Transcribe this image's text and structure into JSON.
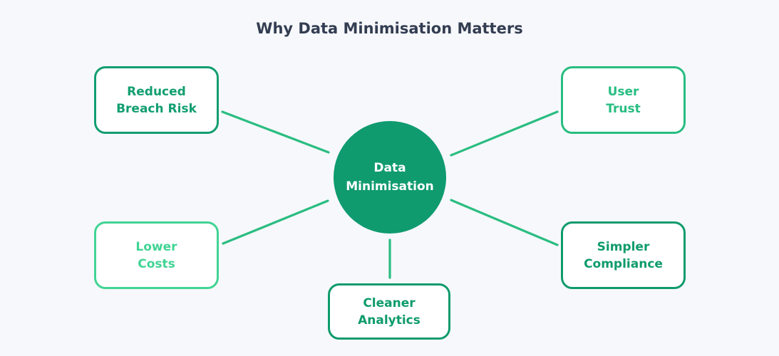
{
  "title": "Why Data Minimisation Matters",
  "colors": {
    "background": "#f7f8fb",
    "title_text": "#333d52",
    "connector": "#2abd81"
  },
  "center_node": {
    "line1": "Data",
    "line2": "Minimisation",
    "fill_color": "#0f9b6e",
    "text_color": "#ffffff"
  },
  "nodes": [
    {
      "id": "reduced-breach-risk",
      "line1": "Reduced",
      "line2": "Breach Risk",
      "color": "#119e70"
    },
    {
      "id": "user-trust",
      "line1": "User",
      "line2": "Trust",
      "color": "#27bd81"
    },
    {
      "id": "lower-costs",
      "line1": "Lower",
      "line2": "Costs",
      "color": "#41d494"
    },
    {
      "id": "simpler-compliance",
      "line1": "Simpler",
      "line2": "Compliance",
      "color": "#0e9b6c"
    },
    {
      "id": "cleaner-analytics",
      "line1": "Cleaner",
      "line2": "Analytics",
      "color": "#0e9b6c"
    }
  ]
}
